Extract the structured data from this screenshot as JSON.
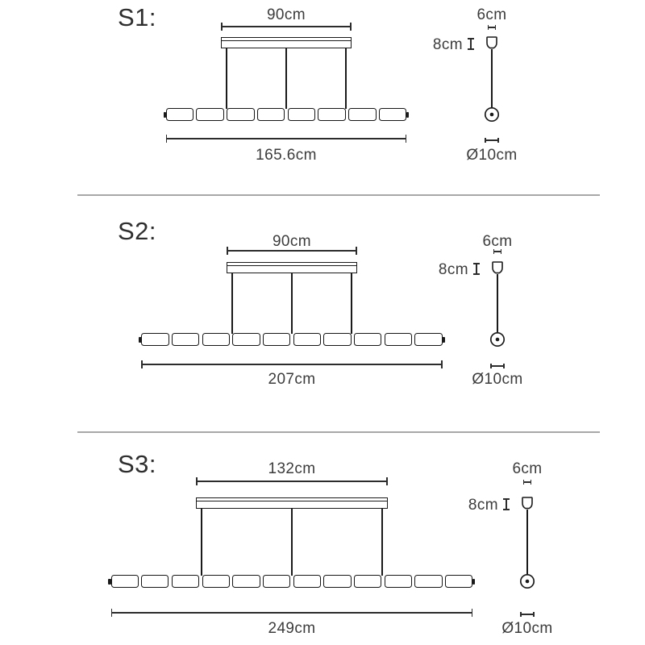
{
  "diagram": {
    "title": "pendant-lamp-size-specifications",
    "colors": {
      "line": "#1a1a1a",
      "text": "#3c3c3c",
      "divider": "#a8a8a8"
    },
    "rows": [
      {
        "size_label": "S1:",
        "canopy_width_label": "90cm",
        "canopy_width_cm": 90,
        "bar_length_label": "165.6cm",
        "bar_length_cm": 165.6,
        "bar_segments": 8,
        "side_width_label": "6cm",
        "side_width_cm": 6,
        "side_height_label": "8cm",
        "side_height_cm": 8,
        "diameter_label": "Ø10cm",
        "diameter_cm": 10
      },
      {
        "size_label": "S2:",
        "canopy_width_label": "90cm",
        "canopy_width_cm": 90,
        "bar_length_label": "207cm",
        "bar_length_cm": 207,
        "bar_segments": 10,
        "side_width_label": "6cm",
        "side_width_cm": 6,
        "side_height_label": "8cm",
        "side_height_cm": 8,
        "diameter_label": "Ø10cm",
        "diameter_cm": 10
      },
      {
        "size_label": "S3:",
        "canopy_width_label": "132cm",
        "canopy_width_cm": 132,
        "bar_length_label": "249cm",
        "bar_length_cm": 249,
        "bar_segments": 12,
        "side_width_label": "6cm",
        "side_width_cm": 6,
        "side_height_label": "8cm",
        "side_height_cm": 8,
        "diameter_label": "Ø10cm",
        "diameter_cm": 10
      }
    ]
  }
}
